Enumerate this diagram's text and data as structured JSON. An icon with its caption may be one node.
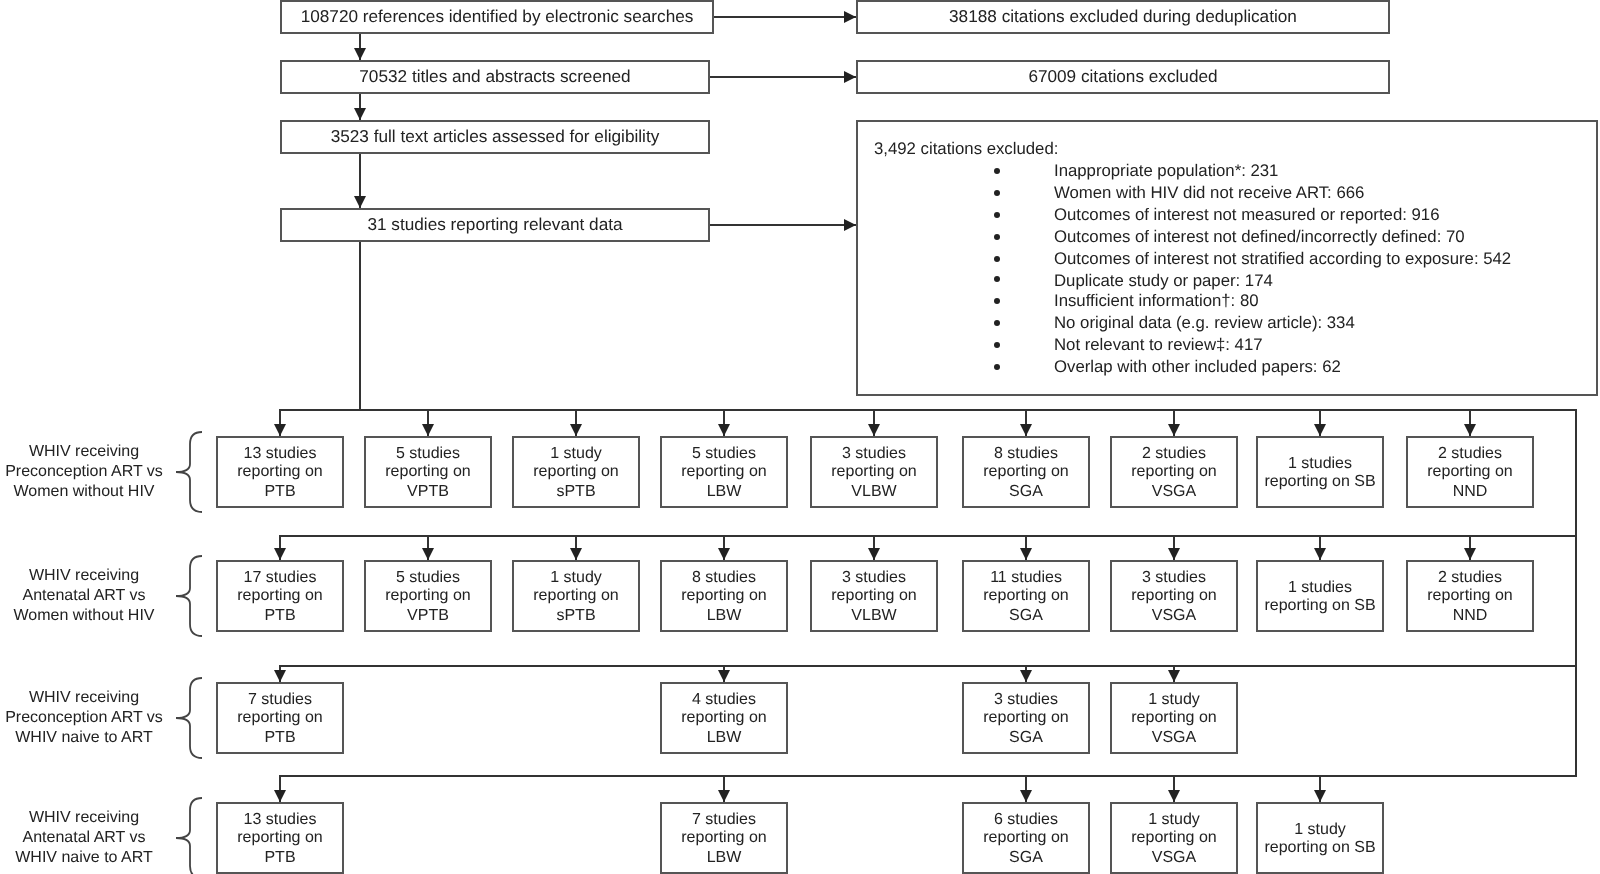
{
  "diagram": {
    "nodes": [
      {
        "text": [
          "108720 references identified by electronic searches"
        ]
      },
      {
        "text": [
          "38188 citations excluded during deduplication"
        ]
      },
      {
        "text": [
          "70532 titles and abstracts screened"
        ]
      },
      {
        "text": [
          "67009 citations excluded"
        ]
      },
      {
        "text": [
          "3523 full text articles assessed for eligibility"
        ]
      },
      {
        "text": [
          "31 studies reporting relevant data"
        ]
      },
      {
        "text": [
          "3,492 citations excluded:",
          "Inappropriate population*: 231",
          "Women with HIV did not receive ART: 666",
          "Outcomes of interest not measured or reported: 916",
          "Outcomes of interest not defined/incorrectly defined: 70",
          "Outcomes of interest not stratified according to exposure: 542",
          "Duplicate study or paper: 174",
          "Insufficient information†: 80",
          "No original data (e.g. review article): 334",
          "Not relevant to review‡: 417",
          "Overlap with other included papers: 62"
        ]
      },
      {
        "text": [
          "13 studies reporting on PTB"
        ]
      },
      {
        "text": [
          "5 studies reporting on VPTB"
        ]
      },
      {
        "text": [
          "1 study reporting on sPTB"
        ]
      },
      {
        "text": [
          "5 studies reporting on LBW"
        ]
      },
      {
        "text": [
          "3 studies reporting on VLBW"
        ]
      },
      {
        "text": [
          "8 studies reporting on SGA"
        ]
      },
      {
        "text": [
          "2 studies reporting on VSGA"
        ]
      },
      {
        "text": [
          "1 studies reporting on SB"
        ]
      },
      {
        "text": [
          "2 studies reporting on NND"
        ]
      },
      {
        "text": [
          "17 studies reporting on PTB"
        ]
      },
      {
        "text": [
          "5 studies reporting on VPTB"
        ]
      },
      {
        "text": [
          "1 study reporting on sPTB"
        ]
      },
      {
        "text": [
          "8 studies reporting on LBW"
        ]
      },
      {
        "text": [
          "3 studies reporting on VLBW"
        ]
      },
      {
        "text": [
          "11 studies reporting on SGA"
        ]
      },
      {
        "text": [
          "3 studies reporting on VSGA"
        ]
      },
      {
        "text": [
          "1 studies reporting on SB"
        ]
      },
      {
        "text": [
          "2 studies reporting on NND"
        ]
      },
      {
        "text": [
          "7 studies reporting on PTB"
        ]
      },
      {
        "text": [
          "4 studies reporting on LBW"
        ]
      },
      {
        "text": [
          "3 studies reporting on SGA"
        ]
      },
      {
        "text": [
          "1 study reporting on VSGA"
        ]
      },
      {
        "text": [
          "13 studies reporting on PTB"
        ]
      },
      {
        "text": [
          "7 studies reporting on LBW"
        ]
      },
      {
        "text": [
          "6 studies reporting on SGA"
        ]
      },
      {
        "text": [
          "1 study reporting on VSGA"
        ]
      },
      {
        "text": [
          "1 study reporting on SB"
        ]
      }
    ],
    "edges": [
      {
        "from": 0,
        "to": 1,
        "arrow": "to"
      },
      {
        "from": 0,
        "to": 2,
        "arrow": "to"
      },
      {
        "from": 2,
        "to": 3,
        "arrow": "to"
      },
      {
        "from": 2,
        "to": 4,
        "arrow": "to"
      },
      {
        "from": 4,
        "to": 5,
        "arrow": "to"
      },
      {
        "from": 5,
        "to": 6,
        "arrow": "to"
      },
      {
        "from": 5,
        "to": 7,
        "arrow": "to"
      },
      {
        "from": 5,
        "to": 8,
        "arrow": "to"
      },
      {
        "from": 5,
        "to": 9,
        "arrow": "to"
      },
      {
        "from": 5,
        "to": 10,
        "arrow": "to"
      },
      {
        "from": 5,
        "to": 11,
        "arrow": "to"
      },
      {
        "from": 5,
        "to": 12,
        "arrow": "to"
      },
      {
        "from": 5,
        "to": 13,
        "arrow": "to"
      },
      {
        "from": 5,
        "to": 14,
        "arrow": "to"
      },
      {
        "from": 5,
        "to": 15,
        "arrow": "to"
      },
      {
        "from": 5,
        "to": 16,
        "arrow": "to"
      },
      {
        "from": 5,
        "to": 17,
        "arrow": "to"
      },
      {
        "from": 5,
        "to": 18,
        "arrow": "to"
      },
      {
        "from": 5,
        "to": 19,
        "arrow": "to"
      },
      {
        "from": 5,
        "to": 20,
        "arrow": "to"
      },
      {
        "from": 5,
        "to": 21,
        "arrow": "to"
      },
      {
        "from": 5,
        "to": 22,
        "arrow": "to"
      },
      {
        "from": 5,
        "to": 23,
        "arrow": "to"
      },
      {
        "from": 5,
        "to": 24,
        "arrow": "to"
      },
      {
        "from": 5,
        "to": 25,
        "arrow": "to"
      },
      {
        "from": 5,
        "to": 26,
        "arrow": "to"
      },
      {
        "from": 5,
        "to": 27,
        "arrow": "to"
      },
      {
        "from": 5,
        "to": 28,
        "arrow": "to"
      },
      {
        "from": 5,
        "to": 29,
        "arrow": "to"
      },
      {
        "from": 5,
        "to": 30,
        "arrow": "to"
      },
      {
        "from": 5,
        "to": 31,
        "arrow": "to"
      },
      {
        "from": 5,
        "to": 32,
        "arrow": "to"
      },
      {
        "from": 5,
        "to": 33,
        "arrow": "to"
      }
    ],
    "labels": [
      "WHIV receiving Preconception ART vs Women without HIV",
      "WHIV receiving Antenatal ART vs Women without HIV",
      "WHIV receiving Preconception ART vs WHIV naive to ART",
      "WHIV receiving Antenatal ART vs WHIV naive to ART"
    ]
  }
}
